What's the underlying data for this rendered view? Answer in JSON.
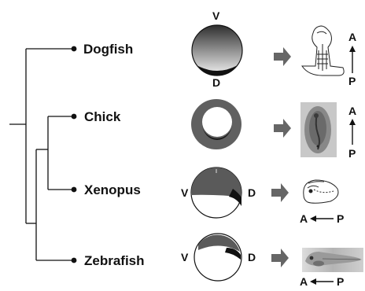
{
  "species": [
    {
      "name": "Dogfish"
    },
    {
      "name": "Chick"
    },
    {
      "name": "Xenopus"
    },
    {
      "name": "Zebrafish"
    }
  ],
  "axis_letters": {
    "ventral": "V",
    "dorsal": "D",
    "anterior": "A",
    "posterior": "P"
  },
  "colors": {
    "tree_line": "#111111",
    "dorsal_fill": "#555555",
    "arrow_fill": "#666666",
    "chick_ring": "#606060",
    "photo_background": "#c8c8c8"
  }
}
